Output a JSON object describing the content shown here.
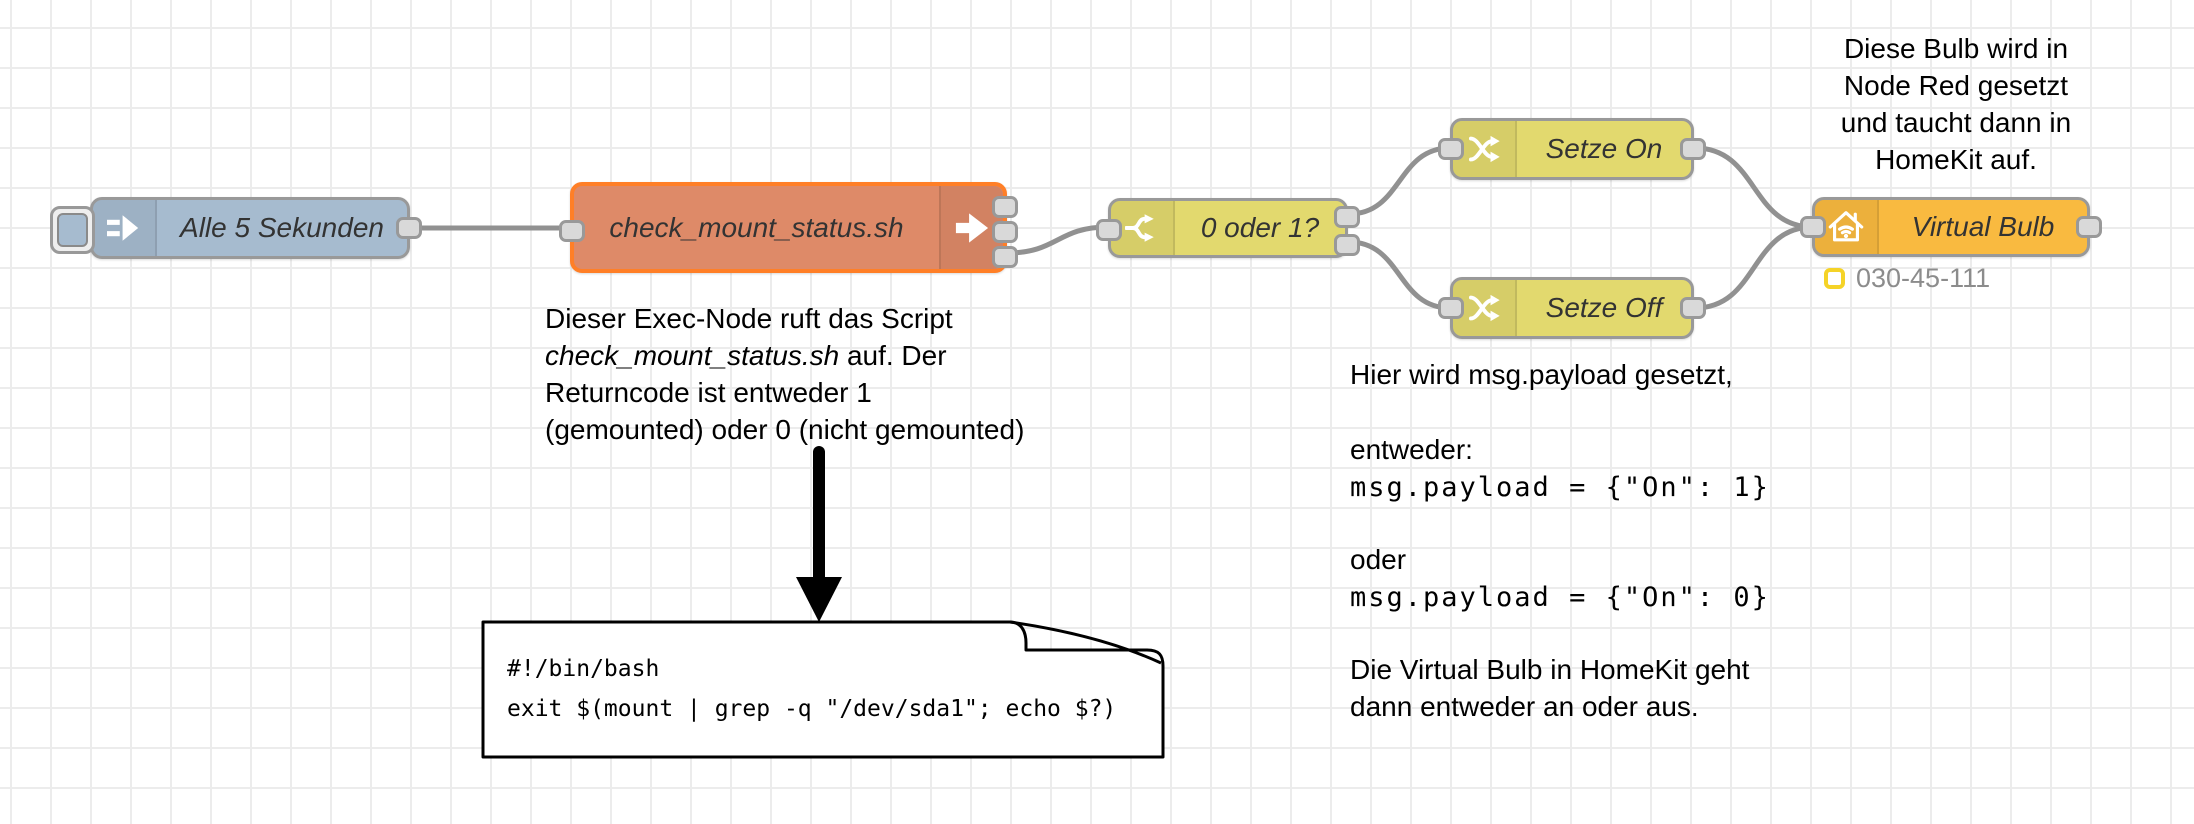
{
  "canvas": {
    "type": "node-red-flow-editor"
  },
  "nodes": {
    "inject": {
      "label": "Alle 5 Sekunden",
      "kind": "inject",
      "outputs": 1
    },
    "exec": {
      "label": "check_mount_status.sh",
      "kind": "exec",
      "outputs": 3,
      "selected": true
    },
    "switch": {
      "label": "0 oder 1?",
      "kind": "switch",
      "outputs": 2
    },
    "change_on": {
      "label": "Setze On",
      "kind": "change",
      "outputs": 1
    },
    "change_off": {
      "label": "Setze Off",
      "kind": "change",
      "outputs": 1
    },
    "homekit": {
      "label": "Virtual Bulb",
      "kind": "homekit",
      "status_id": "030-45-111"
    }
  },
  "notes": {
    "exec_note": {
      "l1": "Dieser Exec-Node ruft das Script",
      "l2_italic": "check_mount_status.sh",
      "l2_rest": " auf. Der",
      "l3": "Returncode ist entweder 1",
      "l4": "(gemounted) oder 0 (nicht gemounted)"
    },
    "bulb_note": {
      "l1": "Diese Bulb wird in",
      "l2": "Node Red gesetzt",
      "l3": "und taucht dann in",
      "l4": "HomeKit auf."
    },
    "payload_note": {
      "l1": "Hier wird msg.payload gesetzt,",
      "l2": "entweder:",
      "l3": "msg.payload = {\"On\": 1}",
      "l4": "oder",
      "l5": "msg.payload = {\"On\": 0}",
      "l6": "Die Virtual Bulb in HomeKit geht",
      "l7": "dann entweder an oder aus."
    },
    "script_note": {
      "l1": "#!/bin/bash",
      "l2": "exit $(mount | grep -q \"/dev/sda1\"; echo $?)"
    }
  },
  "colors": {
    "inject_node": "#a6bbcf",
    "exec_node": "#de8a68",
    "exec_selected_border": "#ff7f27",
    "switch_change_node": "#e2d96e",
    "homekit_node": "#f9ba40",
    "wire": "#919191",
    "node_border": "#999999",
    "status_yellow": "#f5d327",
    "status_text": "#8c8c8c",
    "grid_line": "#ececec"
  }
}
